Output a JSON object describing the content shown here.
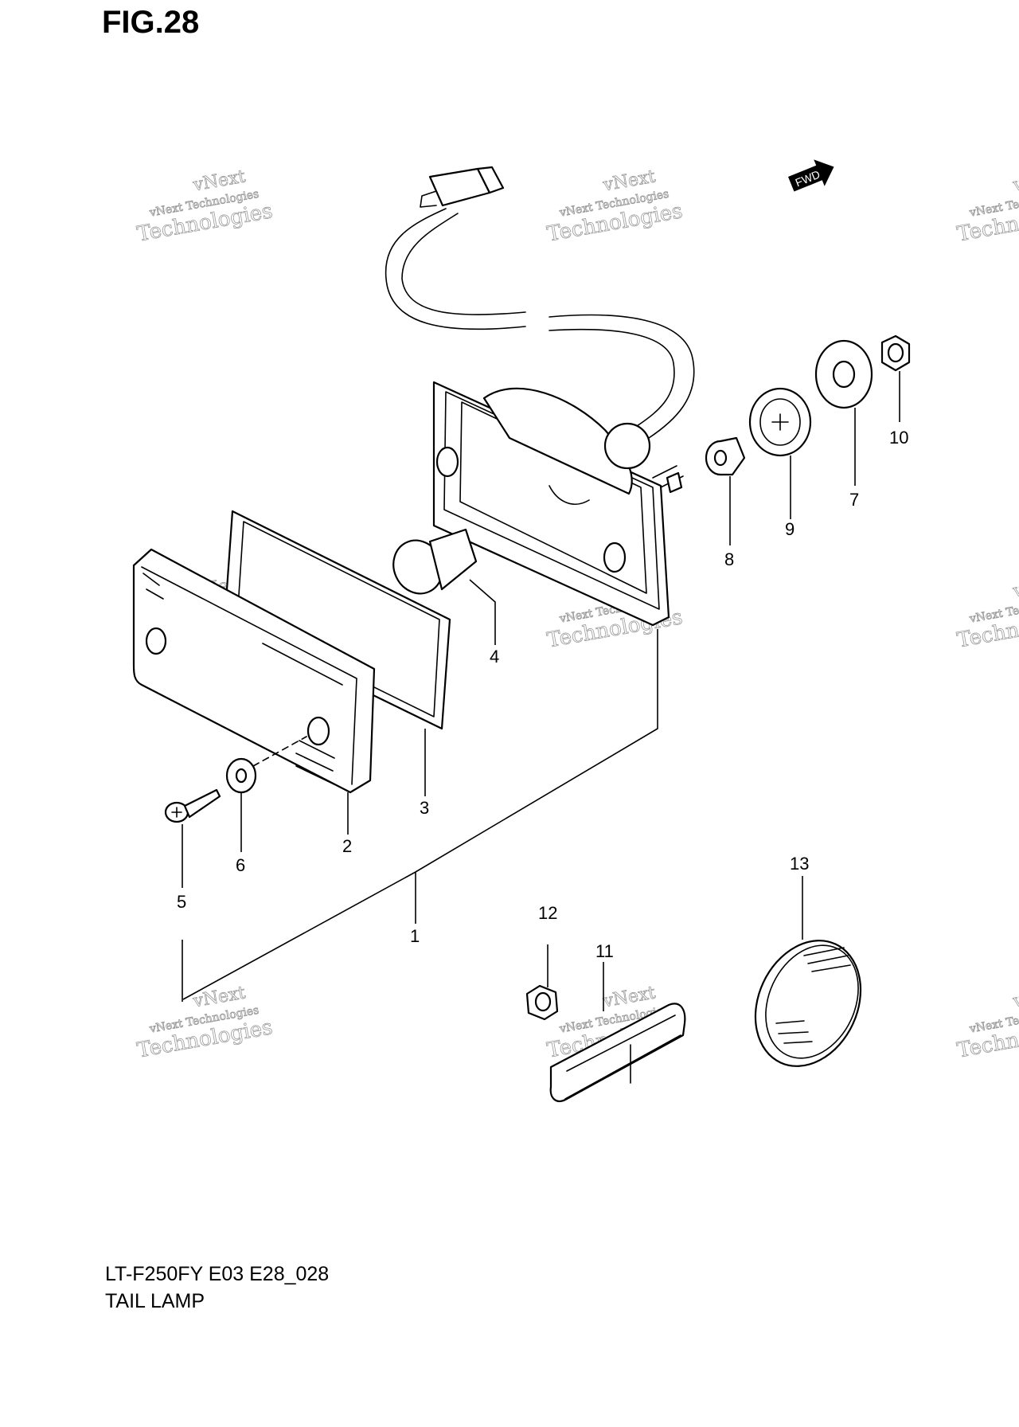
{
  "figure": {
    "label": "FIG.28"
  },
  "model_code": "LT-F250FY E03 E28_028",
  "diagram_title": "TAIL LAMP",
  "fwd_badge": "FWD",
  "watermark": {
    "line1": "vNext Technologies",
    "line2": "vNext",
    "line3": "Technologies"
  },
  "callouts": [
    "1",
    "2",
    "3",
    "4",
    "5",
    "6",
    "7",
    "8",
    "9",
    "10",
    "11",
    "12",
    "13"
  ],
  "colors": {
    "ink": "#000000",
    "watermark": "#9a9a9a",
    "background": "#ffffff"
  }
}
